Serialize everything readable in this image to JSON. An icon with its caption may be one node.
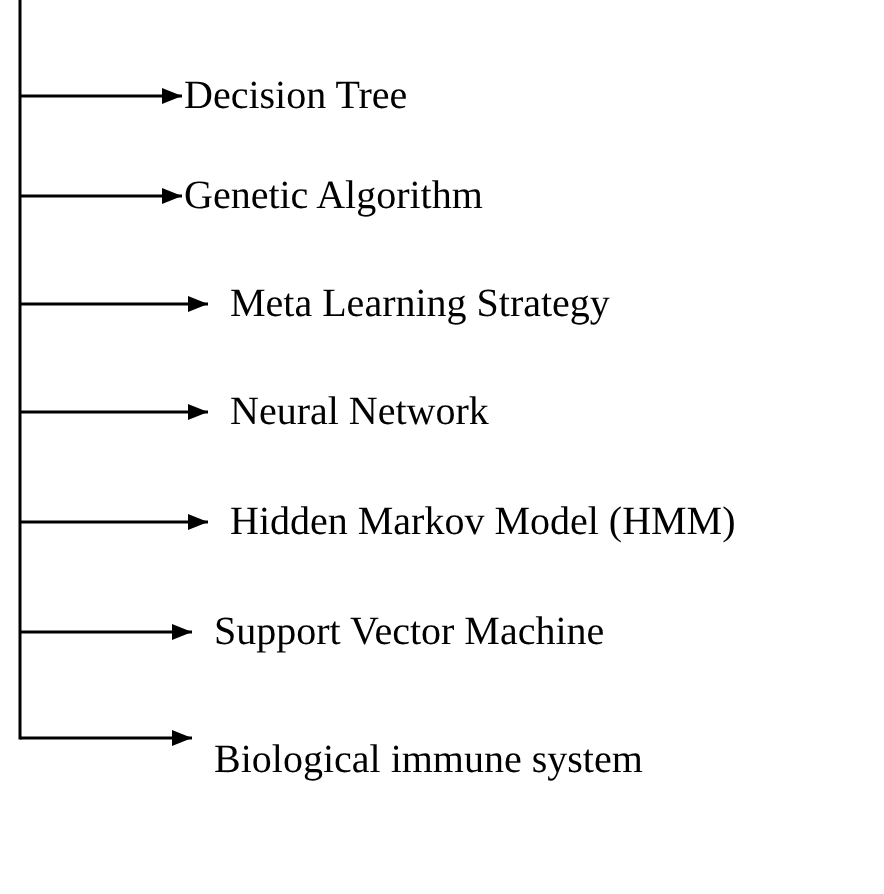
{
  "diagram": {
    "nodes": [
      {
        "text": [
          "Decision Tree"
        ]
      },
      {
        "text": [
          "Genetic Algorithm"
        ]
      },
      {
        "text": [
          "Meta Learning Strategy"
        ]
      },
      {
        "text": [
          "Neural Network"
        ]
      },
      {
        "text": [
          "Hidden Markov Model (HMM)"
        ]
      },
      {
        "text": [
          "Support Vector Machine"
        ]
      },
      {
        "text": [
          "Biological immune system"
        ]
      }
    ],
    "edges": [
      {
        "from": null,
        "to": 0,
        "arrow": "to"
      },
      {
        "from": null,
        "to": 1,
        "arrow": "to"
      },
      {
        "from": null,
        "to": 2,
        "arrow": "to"
      },
      {
        "from": null,
        "to": 3,
        "arrow": "to"
      },
      {
        "from": null,
        "to": 4,
        "arrow": "to"
      },
      {
        "from": null,
        "to": 5,
        "arrow": "to"
      },
      {
        "from": null,
        "to": 6,
        "arrow": "to"
      }
    ]
  }
}
